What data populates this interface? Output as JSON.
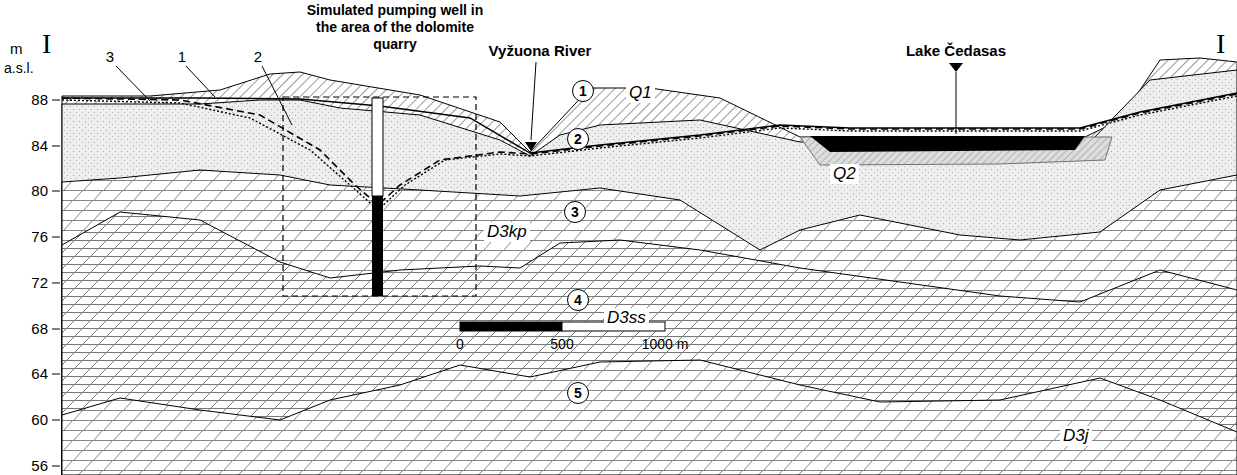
{
  "diagram": {
    "nodes": [
      {
        "text": [
          "1"
        ]
      },
      {
        "text": [
          "2"
        ]
      },
      {
        "text": [
          "3"
        ]
      },
      {
        "text": [
          "4"
        ]
      },
      {
        "text": [
          "5"
        ]
      }
    ],
    "labels": [
      "m",
      "I",
      "a.s.l.",
      "88",
      "84",
      "80",
      "76",
      "72",
      "68",
      "64",
      "60",
      "56",
      "Simulated pumping well in the area of the dolomite quarry",
      "3",
      "1",
      "2",
      "Vyžuona River",
      "Lake Čedasas",
      "Q1",
      "Q2",
      "D3kp",
      "D3ss",
      "D3j",
      "0",
      "500",
      "1000 m",
      "I"
    ]
  }
}
